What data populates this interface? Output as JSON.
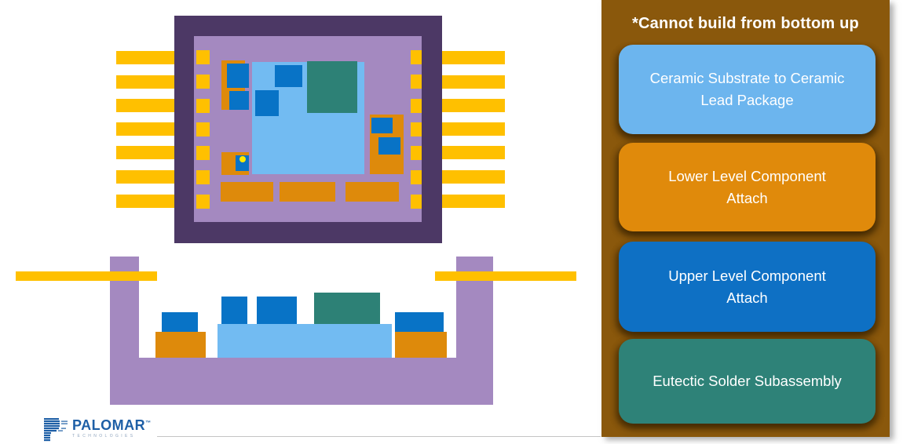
{
  "panel": {
    "title": "*Cannot build from bottom up",
    "legend": [
      {
        "label": "Ceramic Substrate to Ceramic\nLead Package",
        "color": "#6CB5EE"
      },
      {
        "label": "Lower Level Component\nAttach",
        "color": "#E08A0B"
      },
      {
        "label": "Upper Level Component\nAttach",
        "color": "#0E70C4"
      },
      {
        "label": "Eutectic Solder Subassembly",
        "color": "#2E8278"
      }
    ]
  },
  "logo": {
    "brand": "PALOMAR",
    "trademark": "™",
    "subtitle": "TECHNOLOGIES"
  },
  "palette": {
    "gold": "#FFC000",
    "lavender": "#A489C0",
    "frame": "#4C3865",
    "blue": "#0873C6",
    "lightblue": "#72BBF2",
    "teal": "#2D8176",
    "orange": "#DE8A0B",
    "brown": "#8A580C",
    "dot": "#FFEB00",
    "logoblue": "#1E5FA6",
    "logogray": "#90A5BE",
    "line": "#C4C4C4"
  }
}
